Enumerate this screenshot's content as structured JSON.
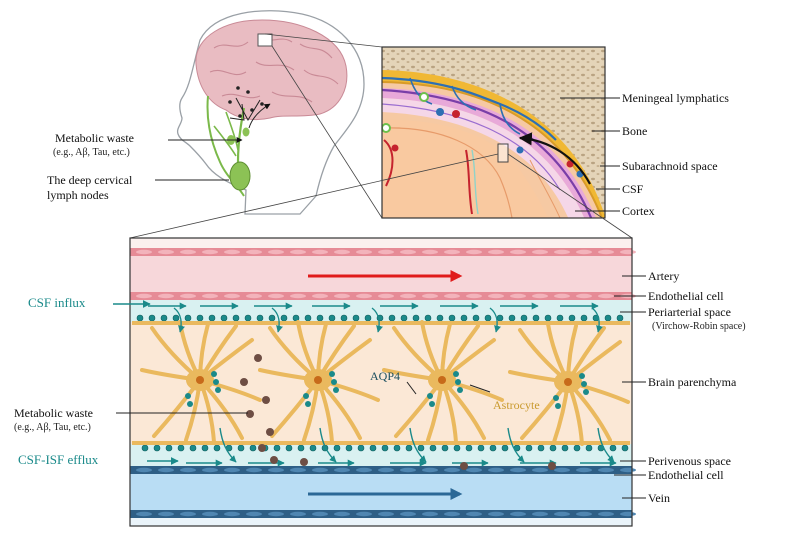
{
  "head_labels": {
    "metabolic_waste": "Metabolic waste",
    "metabolic_waste_examples": "(e.g., Aβ, Tau, etc.)",
    "lymph_nodes_line1": "The deep cervical",
    "lymph_nodes_line2": "lymph nodes"
  },
  "inset_labels": {
    "meningeal_lymphatics": "Meningeal lymphatics",
    "bone": "Bone",
    "subarachnoid_space": "Subarachnoid space",
    "csf": "CSF",
    "cortex": "Cortex"
  },
  "main_labels": {
    "artery": "Artery",
    "endothelial_cell_top": "Endothelial cell",
    "periarterial_space": "Periarterial space",
    "virchow_robin": "(Virchow-Robin space)",
    "brain_parenchyma": "Brain parenchyma",
    "perivenous_space": "Perivenous space",
    "endothelial_cell_bottom": "Endothelial cell",
    "vein": "Vein",
    "csf_influx": "CSF influx",
    "csf_isf_efflux": "CSF-ISF efflux",
    "metabolic_waste": "Metabolic waste",
    "metabolic_waste_examples": "(e.g., Aβ, Tau, etc.)",
    "aqp4": "AQP4",
    "astrocyte": "Astrocyte"
  },
  "colors": {
    "artery": "#f7d7da",
    "artery_wall": "#e68b96",
    "vein": "#b9ddf4",
    "vein_wall": "#2e5f86",
    "parenchyma": "#fbe8d6",
    "perispace": "#d9f1f1",
    "teal": "#1a8a8a",
    "astrocyte": "#eab95e",
    "astrocyte_nucleus": "#c76a1a",
    "waste": "#6e4e44",
    "flow_artery": "#e01b1b",
    "flow_vein": "#2b6896"
  }
}
